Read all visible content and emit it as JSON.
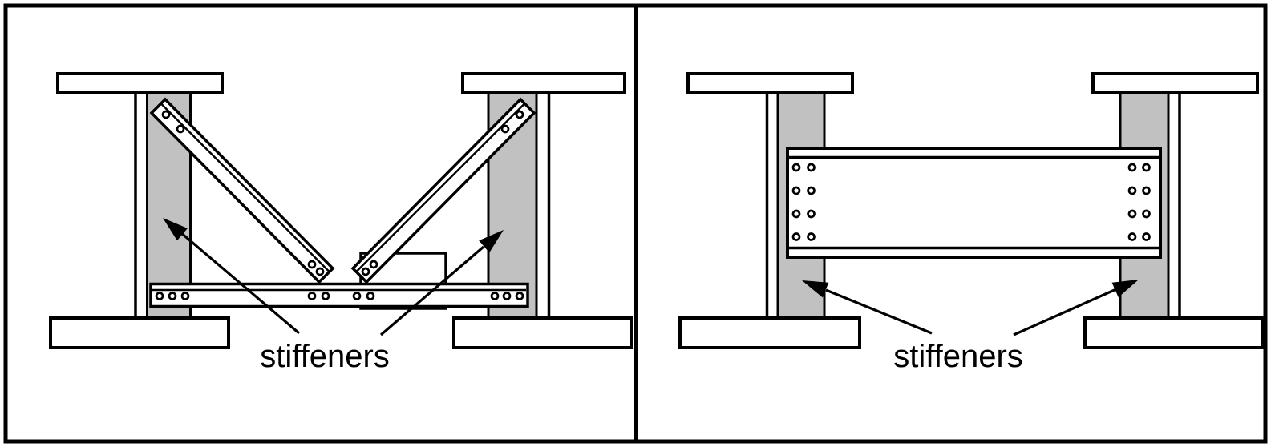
{
  "figure": {
    "panels": [
      {
        "id": "brace-connection",
        "label": "stiffeners"
      },
      {
        "id": "beam-connection",
        "label": "stiffeners"
      }
    ],
    "colors": {
      "stiffener_fill": "#c1c1c1",
      "line": "#000000",
      "background": "#ffffff"
    }
  }
}
